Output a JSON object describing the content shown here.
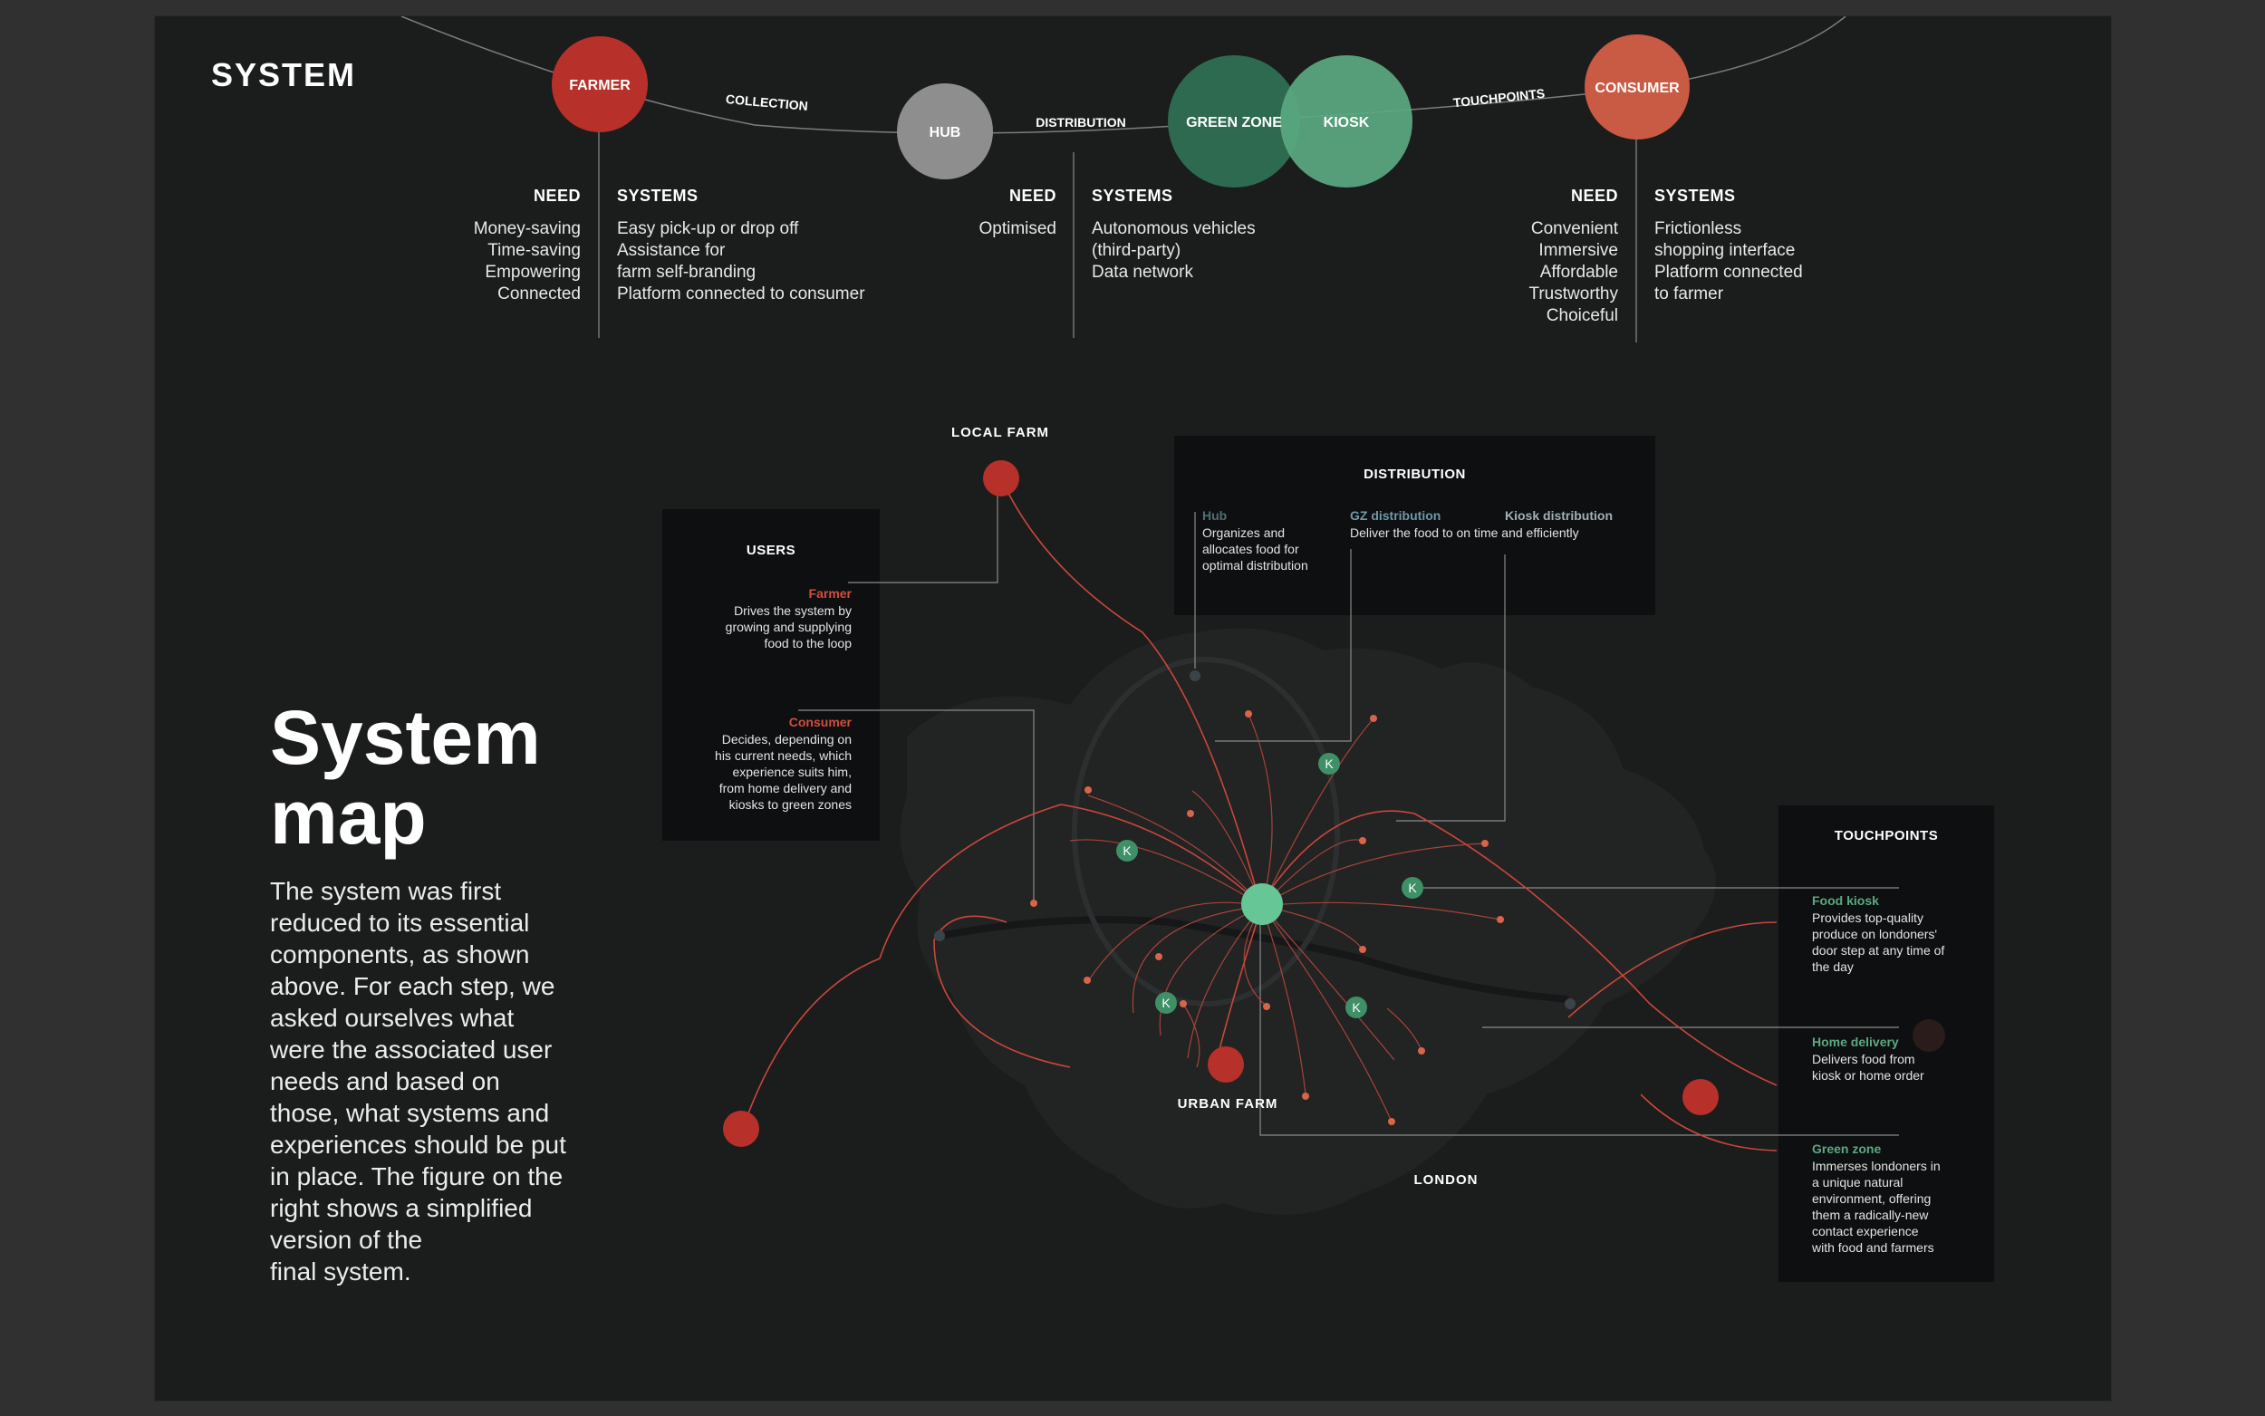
{
  "colors": {
    "farmer": "#b7302a",
    "hub": "#8e8e8e",
    "green_zone": "#2e6a4f",
    "kiosk": "#5aa981",
    "consumer": "#c95a43",
    "red_accent": "#d24e3e",
    "green_accent": "#5aa981",
    "background": "#1b1c1c"
  },
  "top": {
    "title": "SYSTEM",
    "nodes": {
      "farmer": "FARMER",
      "hub": "HUB",
      "green_zone": "GREEN ZONE",
      "kiosk": "KIOSK",
      "consumer": "CONSUMER"
    },
    "links": {
      "collection": "COLLECTION",
      "distribution": "DISTRIBUTION",
      "touchpoints": "TOUCHPOINTS"
    },
    "farmer_col": {
      "need_head": "NEED",
      "need_text": "Money-saving\nTime-saving\nEmpowering\nConnected",
      "systems_head": "SYSTEMS",
      "systems_text": "Easy pick-up or drop off\nAssistance for\nfarm self-branding\nPlatform connected to consumer"
    },
    "hub_col": {
      "need_head": "NEED",
      "need_text": "Optimised",
      "systems_head": "SYSTEMS",
      "systems_text": "Autonomous vehicles\n(third-party)\nData network"
    },
    "consumer_col": {
      "need_head": "NEED",
      "need_text": "Convenient\nImmersive\nAffordable\nTrustworthy\nChoiceful",
      "systems_head": "SYSTEMS",
      "systems_text": "Frictionless\nshopping interface\nPlatform connected\nto farmer"
    }
  },
  "intro": {
    "title": "System\nmap",
    "body": "The system was first\nreduced to its essential\ncomponents, as shown\nabove.  For each step, we\nasked ourselves what\nwere the associated user\nneeds and based on\nthose, what systems and\nexperiences should be put\nin place. The figure on the\nright shows a simplified\nversion of the\nfinal system."
  },
  "map": {
    "local_farm": "LOCAL FARM",
    "urban_farm": "URBAN FARM",
    "london": "LONDON",
    "kiosk_marker": "K"
  },
  "users_panel": {
    "title": "USERS",
    "farmer_head": "Farmer",
    "farmer_text": "Drives the system by\ngrowing and supplying\nfood to the loop",
    "consumer_head": "Consumer",
    "consumer_text": "Decides, depending on\nhis current needs, which\nexperience suits him,\nfrom home delivery and\nkiosks to green zones"
  },
  "distribution_panel": {
    "title": "DISTRIBUTION",
    "hub_head": "Hub",
    "hub_text": "Organizes and\nallocates food for\noptimal distribution",
    "gz_head": "GZ distribution",
    "gz_text": "Deliver the food to on time and efficiently",
    "kiosk_head": "Kiosk distribution"
  },
  "touchpoints_panel": {
    "title": "TOUCHPOINTS",
    "food_kiosk_head": "Food kiosk",
    "food_kiosk_text": "Provides top-quality\nproduce on londoners'\ndoor step at any time of\nthe day",
    "home_delivery_head": "Home delivery",
    "home_delivery_text": "Delivers food from\nkiosk or home order",
    "green_zone_head": "Green zone",
    "green_zone_text": "Immerses londoners in\na unique natural\nenvironment, offering\nthem a  radically-new\ncontact experience\nwith food and farmers"
  }
}
